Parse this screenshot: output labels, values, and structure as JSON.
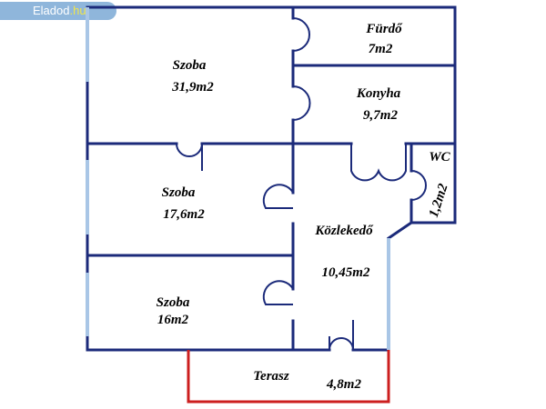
{
  "site_badge": {
    "name": "Eladod",
    "tld": ".hu"
  },
  "rooms": {
    "furdo": {
      "name": "Fürdő",
      "area": "7m2"
    },
    "szoba1": {
      "name": "Szoba",
      "area": "31,9m2"
    },
    "konyha": {
      "name": "Konyha",
      "area": "9,7m2"
    },
    "wc": {
      "name": "WC",
      "area": "1,2m2"
    },
    "szoba2": {
      "name": "Szoba",
      "area": "17,6m2"
    },
    "kozlekedo": {
      "name": "Közlekedő",
      "area": "10,45m2"
    },
    "szoba3": {
      "name": "Szoba",
      "area": "16m2"
    },
    "terasz": {
      "name": "Terasz",
      "area": "4,8m2"
    }
  },
  "colors": {
    "wall": "#1b2a7a",
    "window": "#a9c6e6",
    "terrace": "#cc1f1f",
    "badge": "#8fb6db"
  }
}
